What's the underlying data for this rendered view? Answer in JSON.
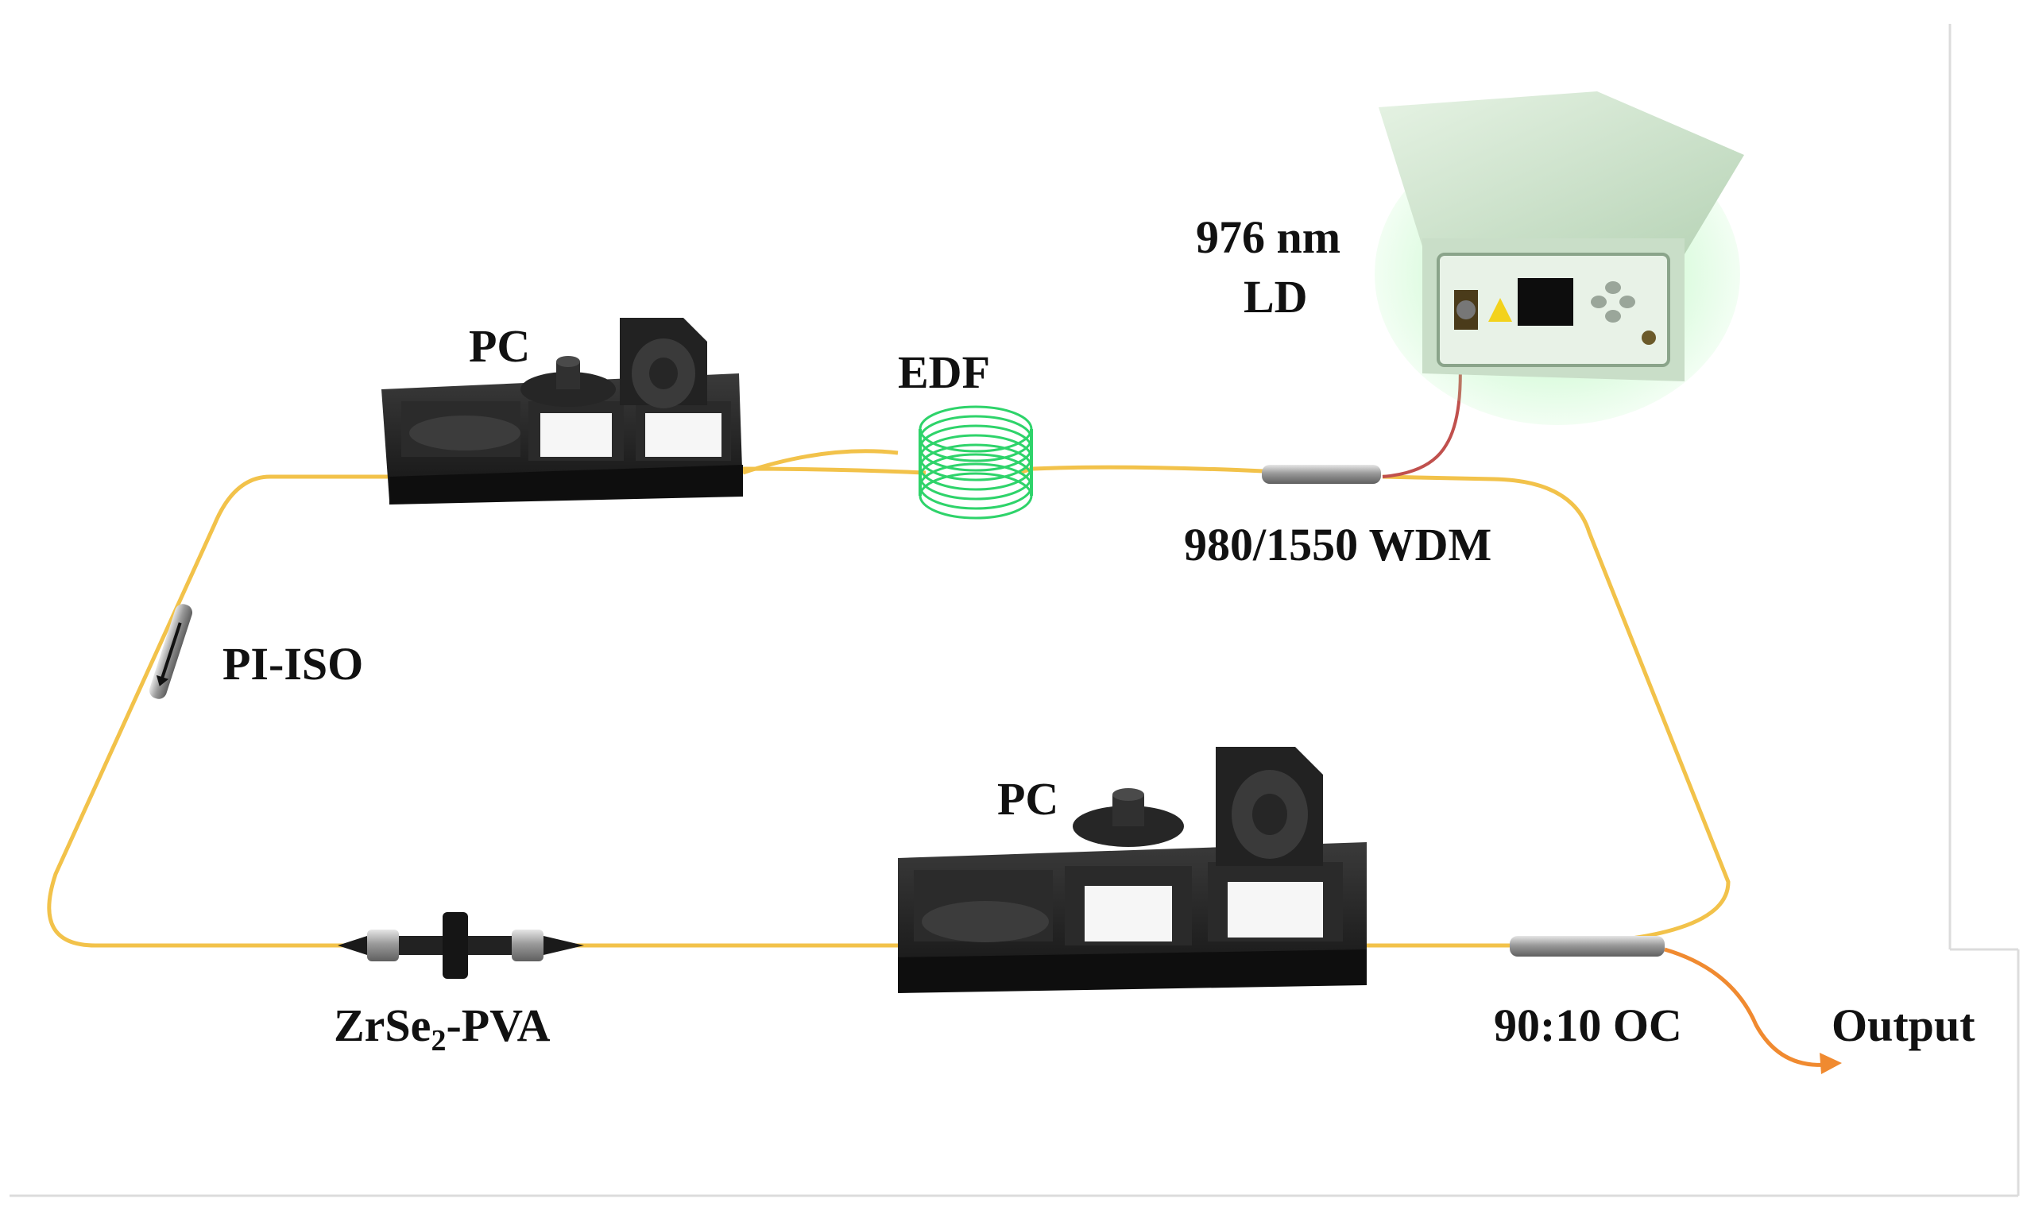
{
  "labels": {
    "ld": {
      "line1": "976 nm",
      "line2": "LD"
    },
    "pc_top": "PC",
    "edf": "EDF",
    "wdm": "980/1550 WDM",
    "pi_iso": "PI-ISO",
    "pc_bottom": "PC",
    "sa": {
      "main": "ZrSe",
      "sub": "2",
      "suffix": "-PVA"
    },
    "oc": "90:10 OC",
    "output": "Output"
  },
  "colors": {
    "fiber": "#f2c24a",
    "edf_coil": "#2ed36a",
    "ld_body": "#cfe6cf",
    "ld_glow": "#8ff09a",
    "pump_fiber": "#c0504d",
    "output_arrow": "#f08a30",
    "component_dark": "#1f1f1f",
    "label": "#111111"
  }
}
